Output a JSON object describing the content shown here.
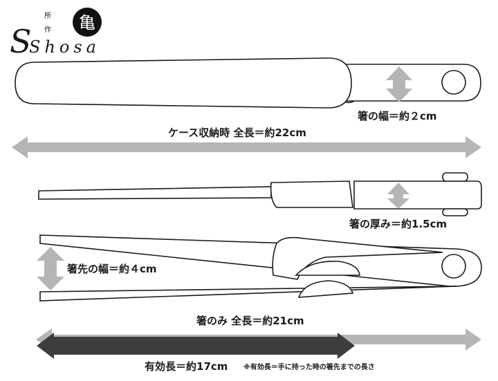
{
  "logo": {
    "text": "Shosa",
    "kana_1": "所",
    "kana_2": "作",
    "seal": "亀"
  },
  "labels": {
    "width_closed": "箸の幅＝約２cm",
    "case_length": "ケース収納時 全長＝約22cm",
    "thickness": "箸の厚み＝約1.5cm",
    "tip_width": "箸先の幅＝約４cm",
    "total_length": "箸のみ 全長＝約21cm",
    "effective_length": "有効長＝約17cm",
    "effective_note": "※有効長＝手に持った時の箸先までの長さ"
  },
  "colors": {
    "arrow_light": "#b5b5b5",
    "arrow_dark": "#3d3d3d",
    "outline": "#1a1a1a"
  }
}
